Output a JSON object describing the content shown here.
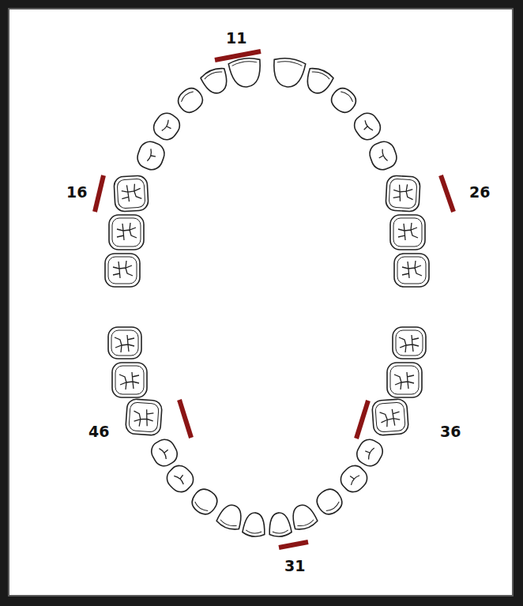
{
  "diagram": {
    "labels": [
      "11",
      "16",
      "26",
      "46",
      "36",
      "31"
    ]
  }
}
